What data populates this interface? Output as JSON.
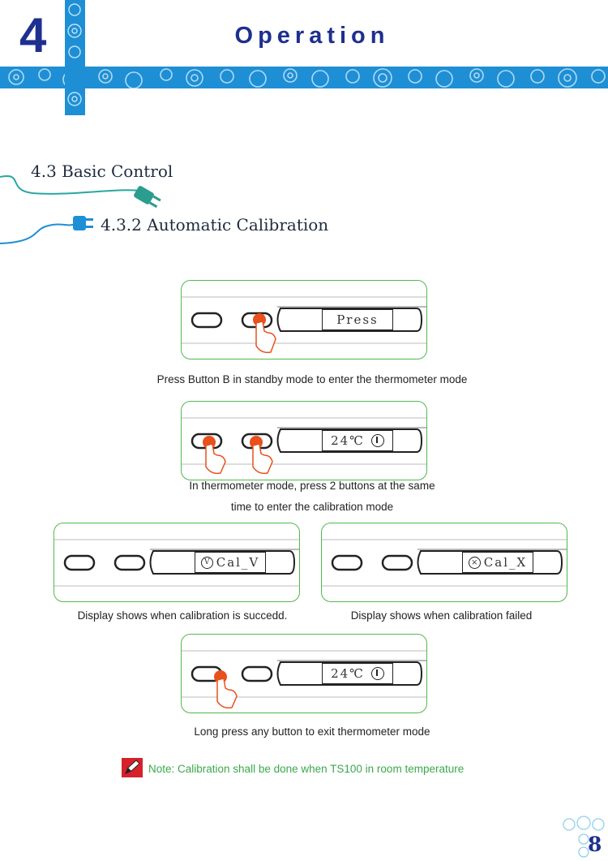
{
  "header": {
    "chapter_number": "4",
    "chapter_title": "Operation",
    "band_color": "#1e8fd5",
    "title_color": "#1e2f8f"
  },
  "sections": {
    "section_title": "4.3 Basic Control",
    "subsection_title": "4.3.2 Automatic Calibration"
  },
  "figures": [
    {
      "display": "Press",
      "caption": "Press Button B in standby mode to enter the thermometer mode"
    },
    {
      "display": "24℃",
      "caption_line1": "In thermometer mode, press 2 buttons at the same",
      "caption_line2": "time to enter the calibration mode"
    },
    {
      "display": "Cal_V",
      "caption": "Display shows when calibration is succedd."
    },
    {
      "display": "Cal_X",
      "caption": "Display shows when calibration failed"
    },
    {
      "display": "24℃",
      "caption": "Long press any button to exit thermometer mode"
    }
  ],
  "note": {
    "text": "Note: Calibration shall be done when TS100 in room temperature",
    "color": "#3aa94a"
  },
  "page_number": "8",
  "colors": {
    "panel_border": "#52b84e",
    "finger": "#e8501c",
    "note_icon": "#d6202a"
  }
}
